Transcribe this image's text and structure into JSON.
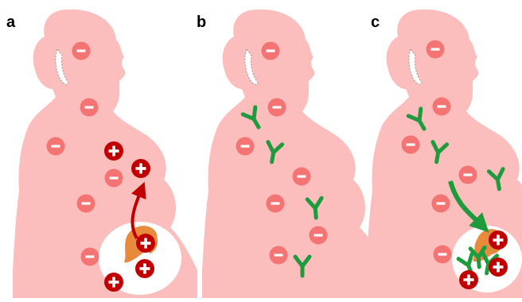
{
  "panels": [
    {
      "label": "a"
    },
    {
      "label": "b"
    },
    {
      "label": "c"
    }
  ],
  "signs": {
    "negative": "-",
    "positive": "+"
  },
  "colors": {
    "body": "#fcbdbd",
    "negative_cell": "#f47373",
    "positive_cell": "#c00000",
    "antibody": "#1e9b3c",
    "placenta": "#e78a3c",
    "fetus_area": "#ffffff",
    "arrow_red": "#c00000",
    "arrow_green": "#1e9b3c"
  },
  "icons": [
    "silhouette-pregnant-woman",
    "negative-cell-icon",
    "positive-cell-icon",
    "antibody-icon",
    "placenta-icon",
    "transfer-arrow"
  ]
}
